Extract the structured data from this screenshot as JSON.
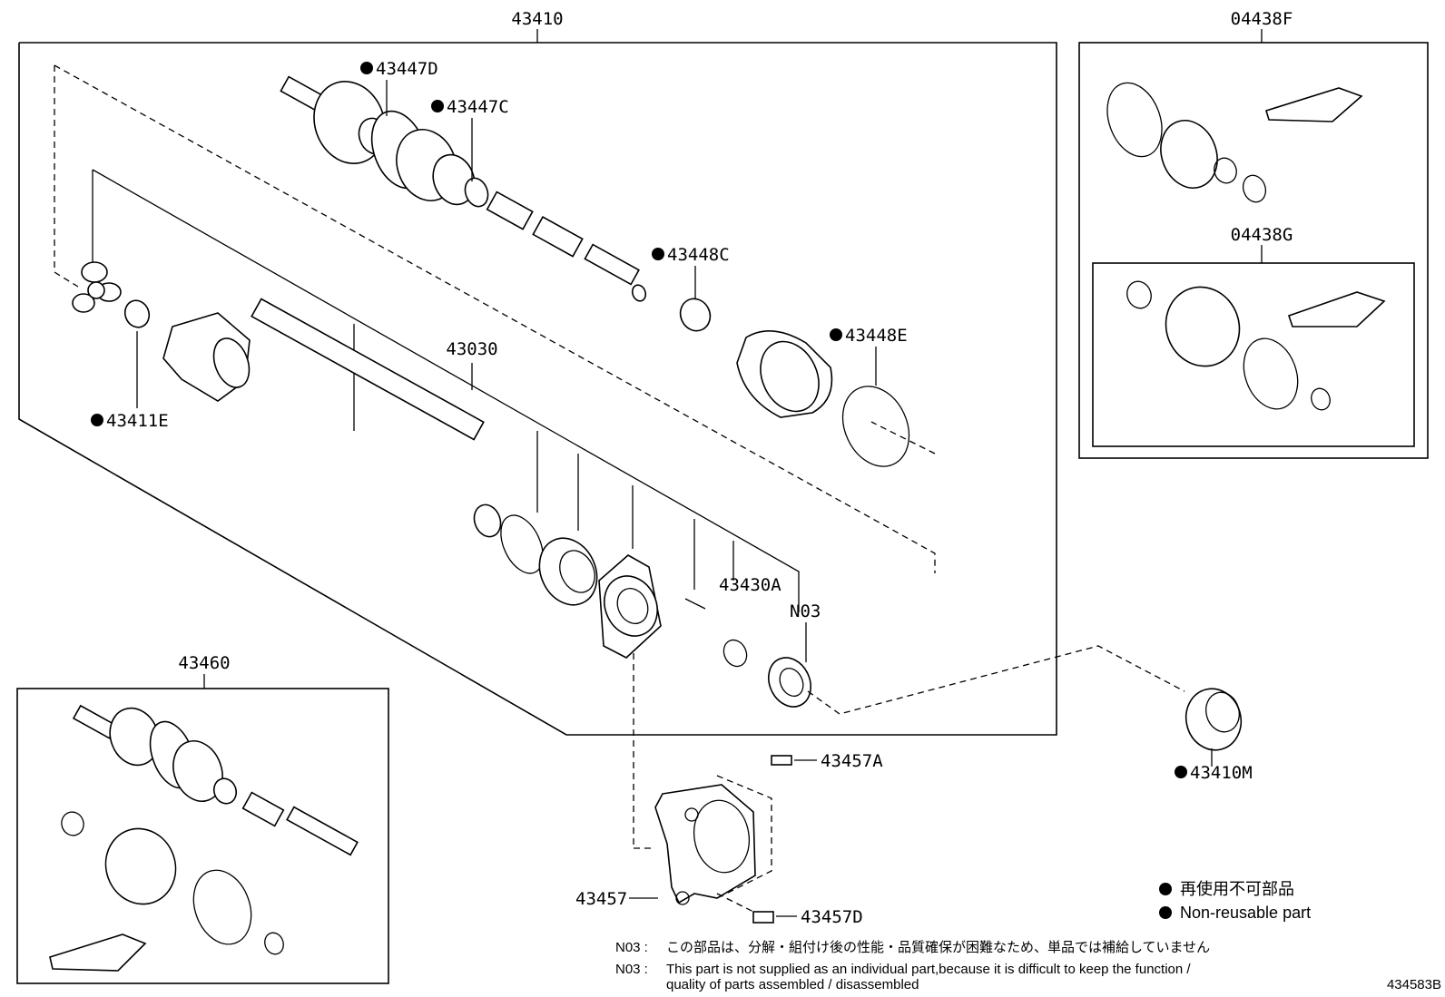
{
  "labels": {
    "p43410": "43410",
    "p04438F": "04438F",
    "p04438G": "04438G",
    "p43447D": "43447D",
    "p43447C": "43447C",
    "p43448C": "43448C",
    "p43448E": "43448E",
    "p43030": "43030",
    "p43411E": "43411E",
    "p43430A": "43430A",
    "pN03": "N03",
    "p43410M": "43410M",
    "p43457A": "43457A",
    "p43457": "43457",
    "p43457D": "43457D",
    "p43460": "43460"
  },
  "legend": {
    "jp": "再使用不可部品",
    "en": "Non-reusable part"
  },
  "notes": {
    "n03_jp_code": "N03 :",
    "n03_jp": "この部品は、分解・組付け後の性能・品質確保が困難なため、単品では補給していません",
    "n03_en_code": "N03 :",
    "n03_en_line1": "This part is not supplied as an individual part,because it is difficult to keep the function /",
    "n03_en_line2": "quality of parts assembled / disassembled"
  },
  "figure_id": "434583B",
  "icons": {
    "bullet": "non-reusable-dot-icon"
  }
}
